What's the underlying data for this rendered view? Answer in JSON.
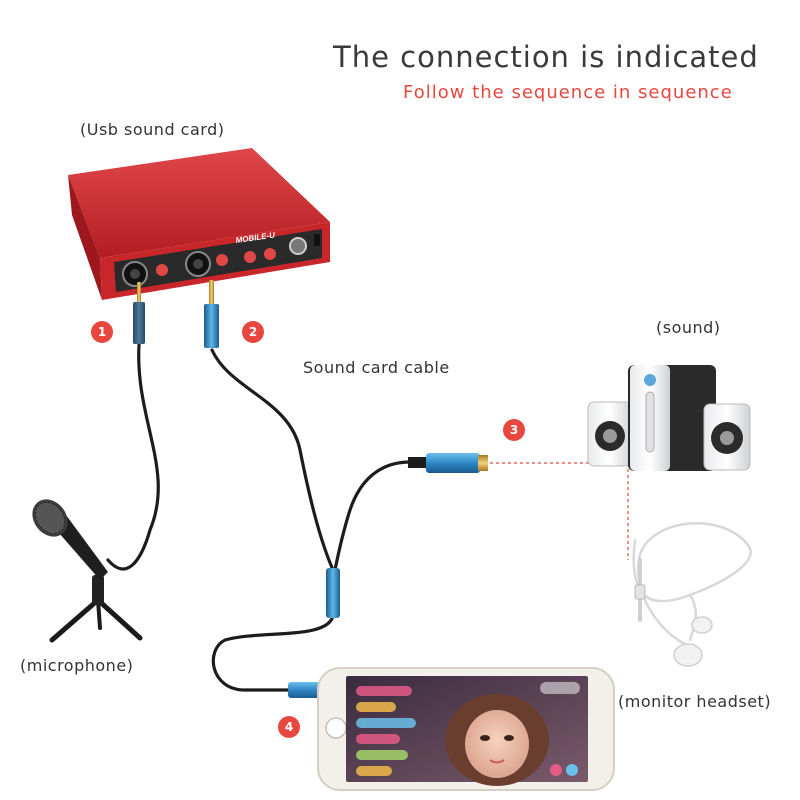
{
  "header": {
    "title": "The connection is indicated",
    "subtitle": "Follow the sequence in sequence"
  },
  "labels": {
    "sound_card": "(Usb sound card)",
    "sound": "(sound)",
    "cable": "Sound card cable",
    "microphone": "(microphone)",
    "headset": "(monitor headset)",
    "device_brand": "MOBILE-U"
  },
  "steps": [
    "1",
    "2",
    "3",
    "4"
  ],
  "colors": {
    "accent": "#e8473f",
    "sound_card_body": "#c8262a",
    "connector_blue": "#2f87c6",
    "cable": "#1c1c1c",
    "dashed_line": "#e8473f"
  }
}
